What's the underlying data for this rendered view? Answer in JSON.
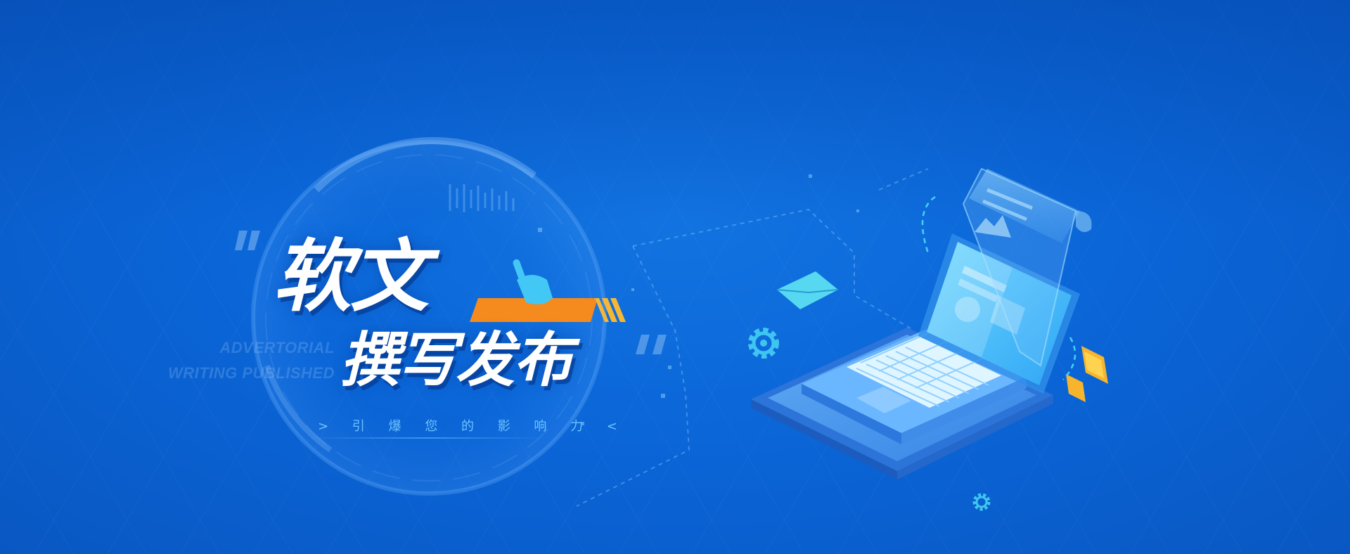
{
  "banner": {
    "title_line1": "软文",
    "title_line2": "撰写发布",
    "en_line1": "ADVERTORIAL",
    "en_line2": "WRITING PUBLISHED",
    "tagline": "> 引 爆 您 的 影 响 力 <"
  },
  "colors": {
    "background": "#0b66d8",
    "accent_orange": "#f58a1f",
    "accent_yellow": "#f7b733",
    "cyan": "#43d3f5",
    "tagline": "#6cc3ff"
  },
  "icons": [
    "quote-open-icon",
    "quote-close-icon",
    "pointer-hand-icon",
    "envelope-icon",
    "gear-icon",
    "laptop-illustration",
    "document-scroll-icon"
  ]
}
